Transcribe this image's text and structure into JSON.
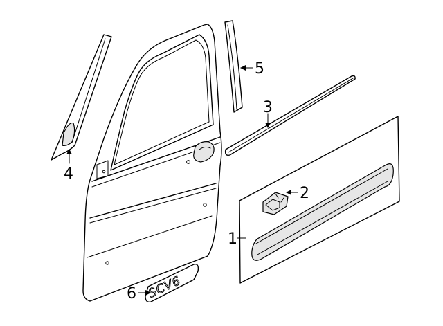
{
  "callouts": [
    {
      "id": "1",
      "label": "1"
    },
    {
      "id": "2",
      "label": "2"
    },
    {
      "id": "3",
      "label": "3"
    },
    {
      "id": "4",
      "label": "4"
    },
    {
      "id": "5",
      "label": "5"
    },
    {
      "id": "6",
      "label": "6"
    }
  ],
  "badge_text": "SCV6"
}
